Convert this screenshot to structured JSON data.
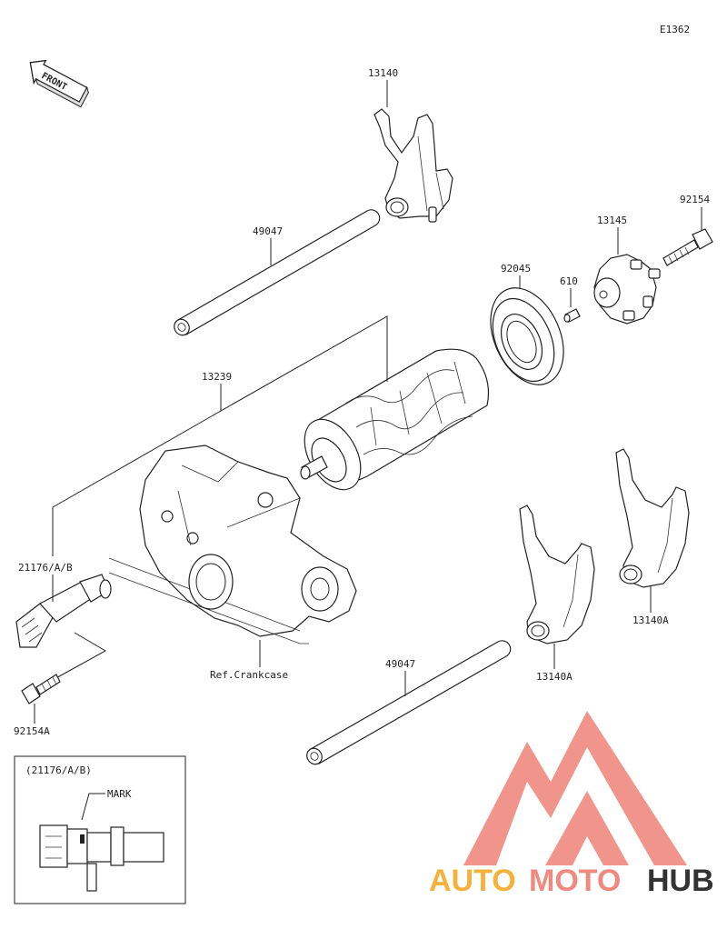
{
  "diagram": {
    "code": "E1362",
    "front_label": "FRONT",
    "parts": {
      "fork_top": "13140",
      "shaft_top": "49047",
      "stopper": "13145",
      "bolt_top": "92154",
      "bearing": "92045",
      "pin": "610",
      "drum": "13239",
      "sensor": "21176/A/B",
      "bolt_bottom": "92154A",
      "crankcase_ref": "Ref.Crankcase",
      "shaft_bottom": "49047",
      "fork_mid": "13140A",
      "fork_right": "13140A"
    },
    "inset": {
      "title": "(21176/A/B)",
      "mark_label": "MARK"
    }
  },
  "watermark": {
    "word1": "AUTO",
    "word2": "MOTO",
    "word3": "HUB",
    "colors": {
      "primary": "#f08a80",
      "accent": "#f4b23c",
      "dark": "#333333"
    }
  }
}
